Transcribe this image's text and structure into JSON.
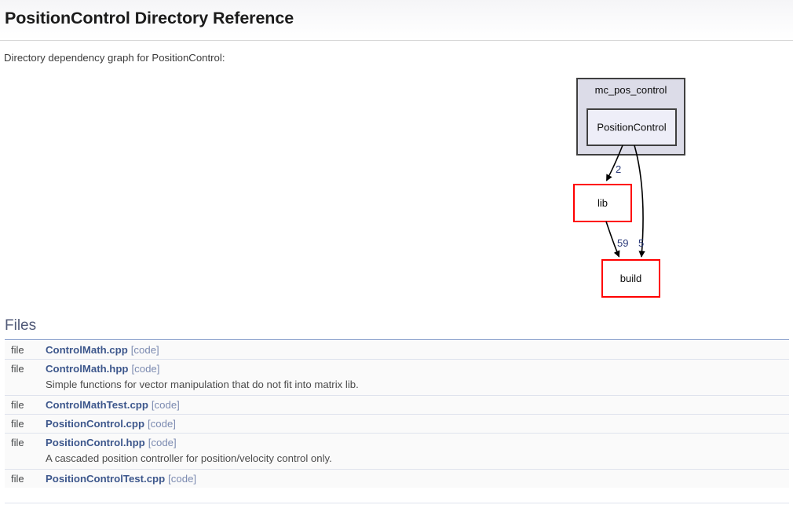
{
  "page": {
    "title": "PositionControl Directory Reference",
    "intro": "Directory dependency graph for PositionControl:"
  },
  "graph": {
    "cluster": {
      "label": "mc_pos_control",
      "fill": "#dcdce8",
      "stroke": "#404040"
    },
    "nodes": [
      {
        "id": "positioncontrol",
        "label": "PositionControl",
        "fill": "#eeeef8",
        "stroke": "#404040"
      },
      {
        "id": "lib",
        "label": "lib",
        "fill": "#ffffff",
        "stroke": "#ff0000"
      },
      {
        "id": "build",
        "label": "build",
        "fill": "#ffffff",
        "stroke": "#ff0000"
      }
    ],
    "edges": [
      {
        "from": "positioncontrol",
        "to": "lib",
        "label": "2"
      },
      {
        "from": "lib",
        "to": "build",
        "label": "59"
      },
      {
        "from": "positioncontrol",
        "to": "build",
        "label": "5"
      }
    ],
    "edge_color": "#000000",
    "label_color": "#2b3a7a"
  },
  "files_section": {
    "heading": "Files",
    "kind_label": "file",
    "code_label": "[code]",
    "items": [
      {
        "kind": "file",
        "name": "ControlMath.cpp",
        "code": "[code]",
        "desc": ""
      },
      {
        "kind": "file",
        "name": "ControlMath.hpp",
        "code": "[code]",
        "desc": "Simple functions for vector manipulation that do not fit into matrix lib."
      },
      {
        "kind": "file",
        "name": "ControlMathTest.cpp",
        "code": "[code]",
        "desc": ""
      },
      {
        "kind": "file",
        "name": "PositionControl.cpp",
        "code": "[code]",
        "desc": ""
      },
      {
        "kind": "file",
        "name": "PositionControl.hpp",
        "code": "[code]",
        "desc": "A cascaded position controller for position/velocity control only."
      },
      {
        "kind": "file",
        "name": "PositionControlTest.cpp",
        "code": "[code]",
        "desc": ""
      }
    ]
  }
}
